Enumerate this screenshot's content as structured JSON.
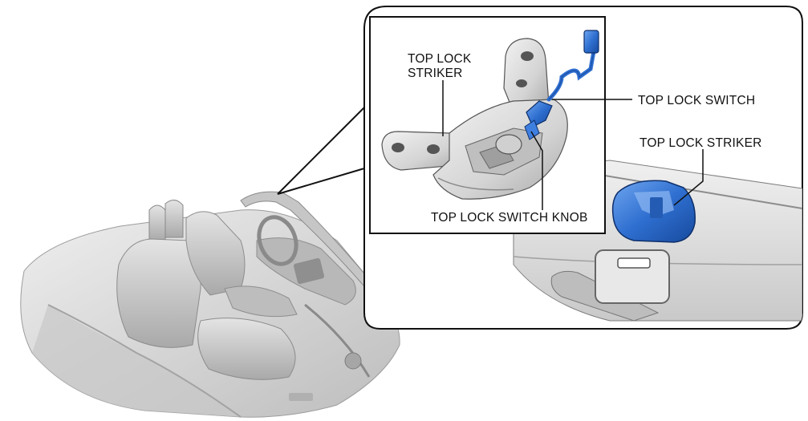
{
  "labels": {
    "top_lock_striker_line1": "TOP LOCK",
    "top_lock_striker_line2": "STRIKER",
    "top_lock_switch": "TOP LOCK SWITCH",
    "top_lock_striker_right": "TOP LOCK STRIKER",
    "top_lock_switch_knob": "TOP LOCK SWITCH KNOB"
  },
  "colors": {
    "highlight_blue": "#2f6fd0",
    "highlight_blue_dark": "#174a9e",
    "part_grey": "#d9d9d9",
    "part_grey_dark": "#9a9a9a",
    "outline": "#111111"
  }
}
